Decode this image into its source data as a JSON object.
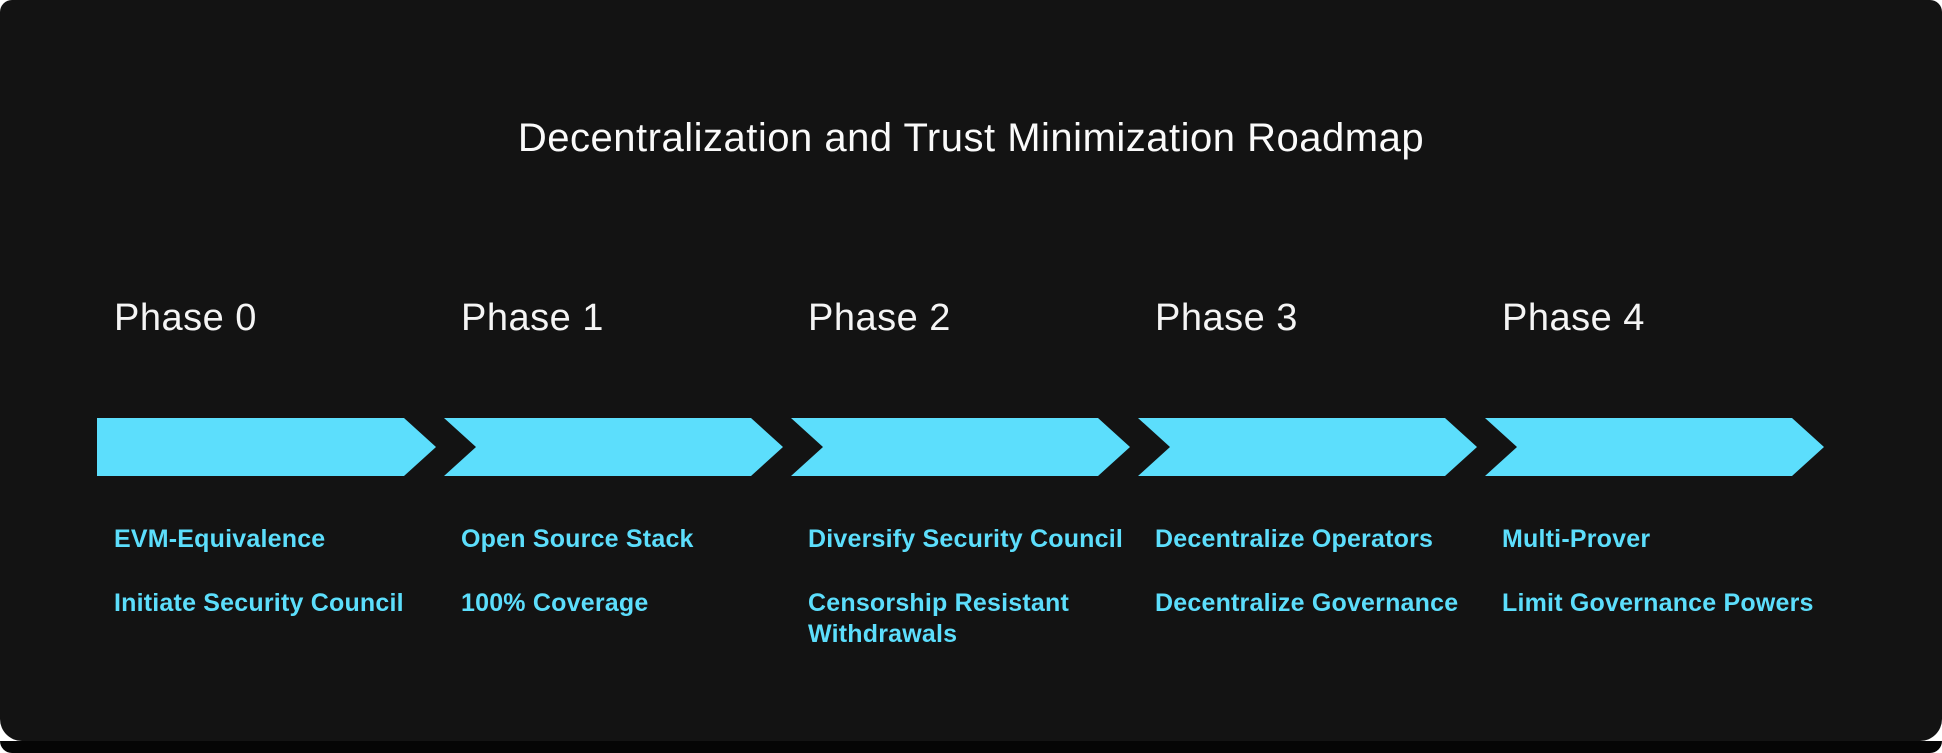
{
  "title": "Decentralization and Trust Minimization Roadmap",
  "colors": {
    "page_background": "#ffffff",
    "panel_background": "#131313",
    "bottom_strip": "#050505",
    "title_text": "#fafafa",
    "phase_label_text": "#f5f5f5",
    "accent_cyan": "#5CDEFC"
  },
  "phases": [
    {
      "label": "Phase 0",
      "items": [
        "EVM-Equivalence",
        "Initiate Security Council"
      ]
    },
    {
      "label": "Phase 1",
      "items": [
        "Open Source Stack",
        "100% Coverage"
      ]
    },
    {
      "label": "Phase 2",
      "items": [
        "Diversify Security Council",
        "Censorship Resistant Withdrawals"
      ]
    },
    {
      "label": "Phase 3",
      "items": [
        "Decentralize Operators",
        "Decentralize Governance"
      ]
    },
    {
      "label": "Phase 4",
      "items": [
        "Multi-Prover",
        "Limit Governance Powers"
      ]
    }
  ]
}
